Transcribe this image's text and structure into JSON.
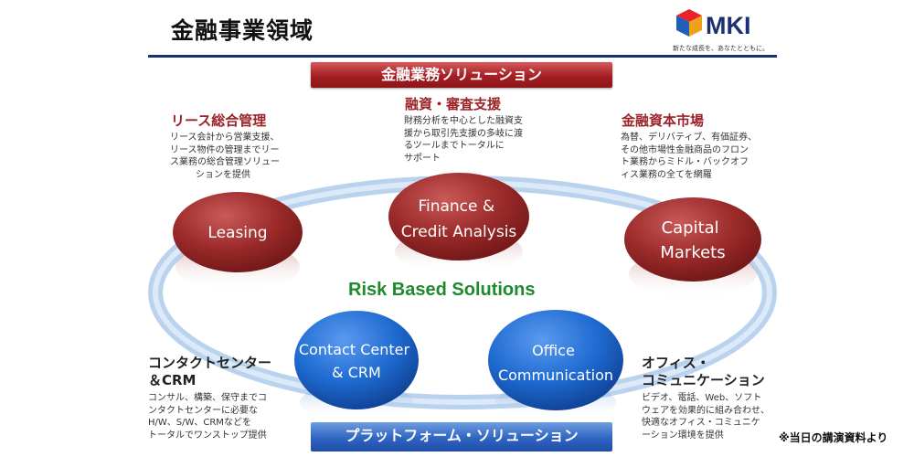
{
  "title": "金融事業領域",
  "logo": {
    "text": "MKI",
    "tagline": "新たな成長を、あなたとともに。"
  },
  "banners": {
    "top": "金融業務ソリューション",
    "bottom": "プラットフォーム・ソリューション"
  },
  "center_label": "Risk Based Solutions",
  "nodes": [
    {
      "id": "leasing",
      "label_lines": [
        "Leasing"
      ],
      "style": "red"
    },
    {
      "id": "finance",
      "label_lines": [
        "Finance &",
        "Credit Analysis"
      ],
      "style": "red"
    },
    {
      "id": "capital",
      "label_lines": [
        "Capital",
        "Markets"
      ],
      "style": "red"
    },
    {
      "id": "contact",
      "label_lines": [
        "Contact Center",
        "& CRM"
      ],
      "style": "blue"
    },
    {
      "id": "office",
      "label_lines": [
        "Office",
        "Communication"
      ],
      "style": "blue"
    }
  ],
  "sections": {
    "lease": {
      "title": "リース総合管理",
      "desc": [
        "リース会計から営業支援、",
        "リース物件の管理までリー",
        "ス業務の総合管理ソリュー",
        "ションを提供"
      ]
    },
    "finance": {
      "title": "融資・審査支援",
      "desc": [
        "財務分析を中心とした融資支",
        "援から取引先支援の多岐に渡",
        "るツールまでトータルに",
        "サポート"
      ]
    },
    "capital": {
      "title": "金融資本市場",
      "desc": [
        "為替、デリバティブ、有価証券、",
        "その他市場性金融商品のフロン",
        "ト業務からミドル・バックオフ",
        "ィス業務の全てを網羅"
      ]
    },
    "contact": {
      "title_lines": [
        "コンタクトセンター",
        "＆CRM"
      ],
      "desc": [
        "コンサル、構築、保守までコ",
        "ンタクトセンターに必要な",
        "H/W、S/W、CRMなどを",
        "トータルでワンストップ提供"
      ]
    },
    "office": {
      "title_lines": [
        "オフィス・",
        "コミュニケーション"
      ],
      "desc": [
        "ビデオ、電話、Web、ソフト",
        "ウェアを効果的に組み合わせ、",
        "快適なオフィス・コミュニケ",
        "ーション環境を提供"
      ]
    }
  },
  "source_note": "※当日の講演資料より",
  "colors": {
    "red_node": "#9b2a2a",
    "blue_node": "#1f6bd1",
    "header_rule": "#1c2f72",
    "green_text": "#1e8a2e"
  }
}
